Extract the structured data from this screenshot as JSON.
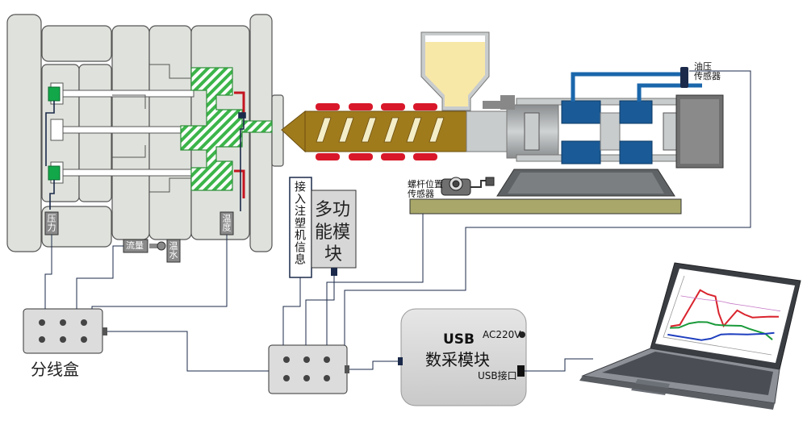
{
  "labels": {
    "oil_pressure_sensor": [
      "油压",
      "传感器"
    ],
    "screw_position_sensor": [
      "螺杆位置",
      "传感器"
    ],
    "pressure": "压力",
    "temperature": "温度",
    "flow": "流量",
    "water_temp": "温水",
    "machine_info": "接入注塑机信息",
    "multifunction_module": [
      "多功",
      "能模",
      "块"
    ],
    "junction_box": "分线盒",
    "usb_module_title": "USB",
    "usb_module_subtitle": "数采模块",
    "ac_power": "AC220V",
    "usb_port": "USB接口"
  },
  "laptop_chart": {
    "type": "line",
    "series": [
      {
        "color": "#d9232d",
        "values": [
          0.15,
          0.2,
          0.85,
          0.8,
          0.78,
          0.5,
          0.3,
          0.6,
          0.55,
          0.52,
          0.55,
          0.58,
          0.6
        ]
      },
      {
        "color": "#1a9a3a",
        "values": [
          0.12,
          0.15,
          0.25,
          0.3,
          0.32,
          0.3,
          0.31,
          0.33,
          0.35,
          0.32,
          0.3,
          0.28,
          0.2
        ]
      },
      {
        "color": "#1f3fbf",
        "values": [
          0.0,
          0.0,
          0.0,
          0.0,
          0.0,
          0.05,
          0.15,
          0.18,
          0.2,
          0.22,
          0.25,
          0.28,
          0.32
        ]
      },
      {
        "color": "#c678c6",
        "values": [
          0.7,
          0.7,
          0.7,
          0.7,
          0.71,
          0.71,
          0.7,
          0.7,
          0.7,
          0.7,
          0.7,
          0.7,
          0.7
        ]
      }
    ]
  },
  "colors": {
    "mold_grey": "#dfe2dc",
    "mold_outline": "#555555",
    "mold_green": "#3cb54a",
    "barrel_brown": "#a07b1c",
    "heater_red": "#d8182a",
    "hopper_yellow": "#f8e8a8",
    "hydraulic_blue": "#1a5a96",
    "base_green": "#a9a86a",
    "module_grey": "#d9d9d9"
  }
}
